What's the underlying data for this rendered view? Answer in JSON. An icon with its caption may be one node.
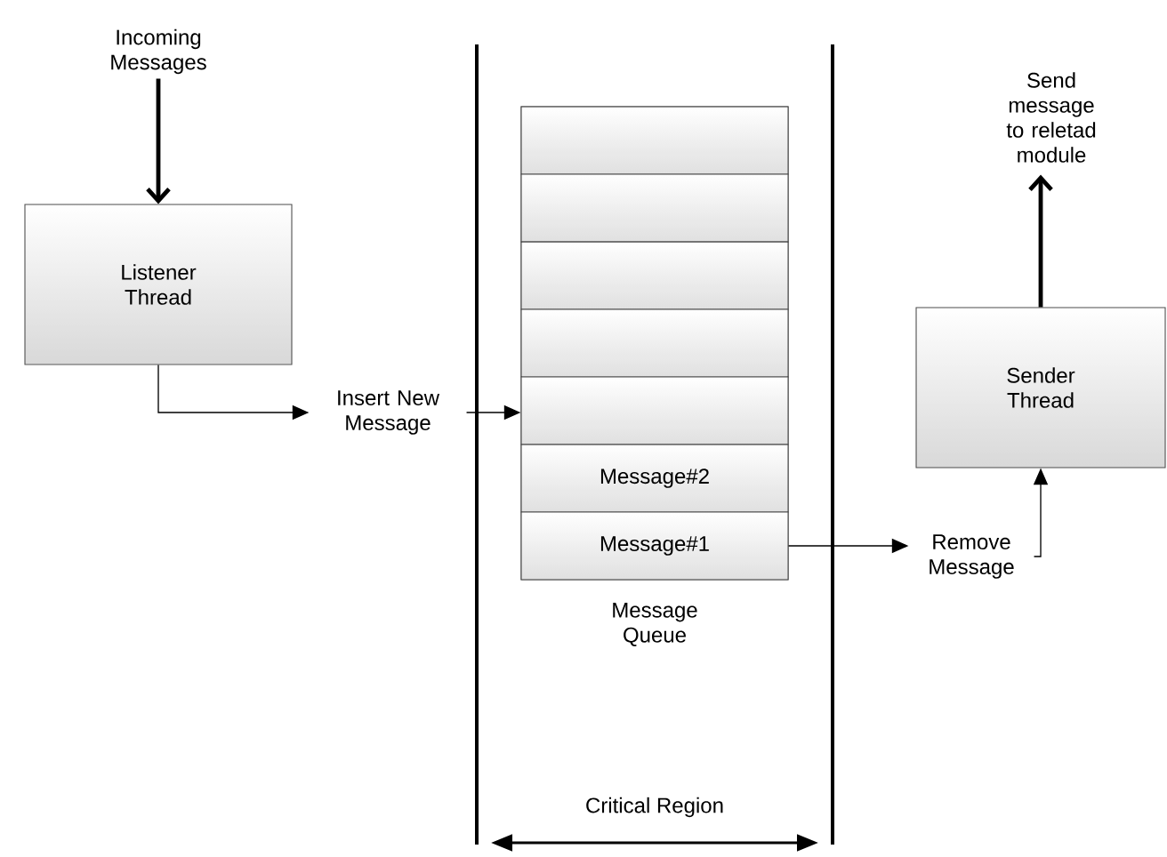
{
  "diagram": {
    "nodes": [
      {
        "text": [
          "Incoming Messages"
        ]
      },
      {
        "text": [
          "Listener Thread"
        ]
      },
      {
        "text": [
          "Insert New Message"
        ]
      },
      {
        "text": [
          "Message Queue"
        ]
      },
      {
        "text": [],
        "shape": "box",
        "in": 3
      },
      {
        "text": [],
        "shape": "box",
        "in": 3
      },
      {
        "text": [],
        "shape": "box",
        "in": 3
      },
      {
        "text": [],
        "shape": "box",
        "in": 3
      },
      {
        "text": [],
        "shape": "box",
        "in": 3
      },
      {
        "text": [
          "Message#2"
        ],
        "in": 3
      },
      {
        "text": [
          "Message#1"
        ],
        "in": 3
      },
      {
        "text": [
          "Remove Message"
        ]
      },
      {
        "text": [
          "Sender Thread"
        ]
      },
      {
        "text": [
          "Send message to reletad module"
        ]
      }
    ],
    "edges": [
      {
        "from": 0,
        "to": 1,
        "arrow": "to",
        "style": "thick"
      },
      {
        "from": 1,
        "to": 2,
        "arrow": "to"
      },
      {
        "from": 2,
        "to": 8,
        "arrow": "to"
      },
      {
        "from": 10,
        "to": 11,
        "arrow": "to"
      },
      {
        "from": 11,
        "to": 12,
        "arrow": "to"
      },
      {
        "from": 12,
        "to": 13,
        "arrow": "to",
        "style": "thick"
      }
    ],
    "labels": [
      "Critical Region"
    ]
  }
}
